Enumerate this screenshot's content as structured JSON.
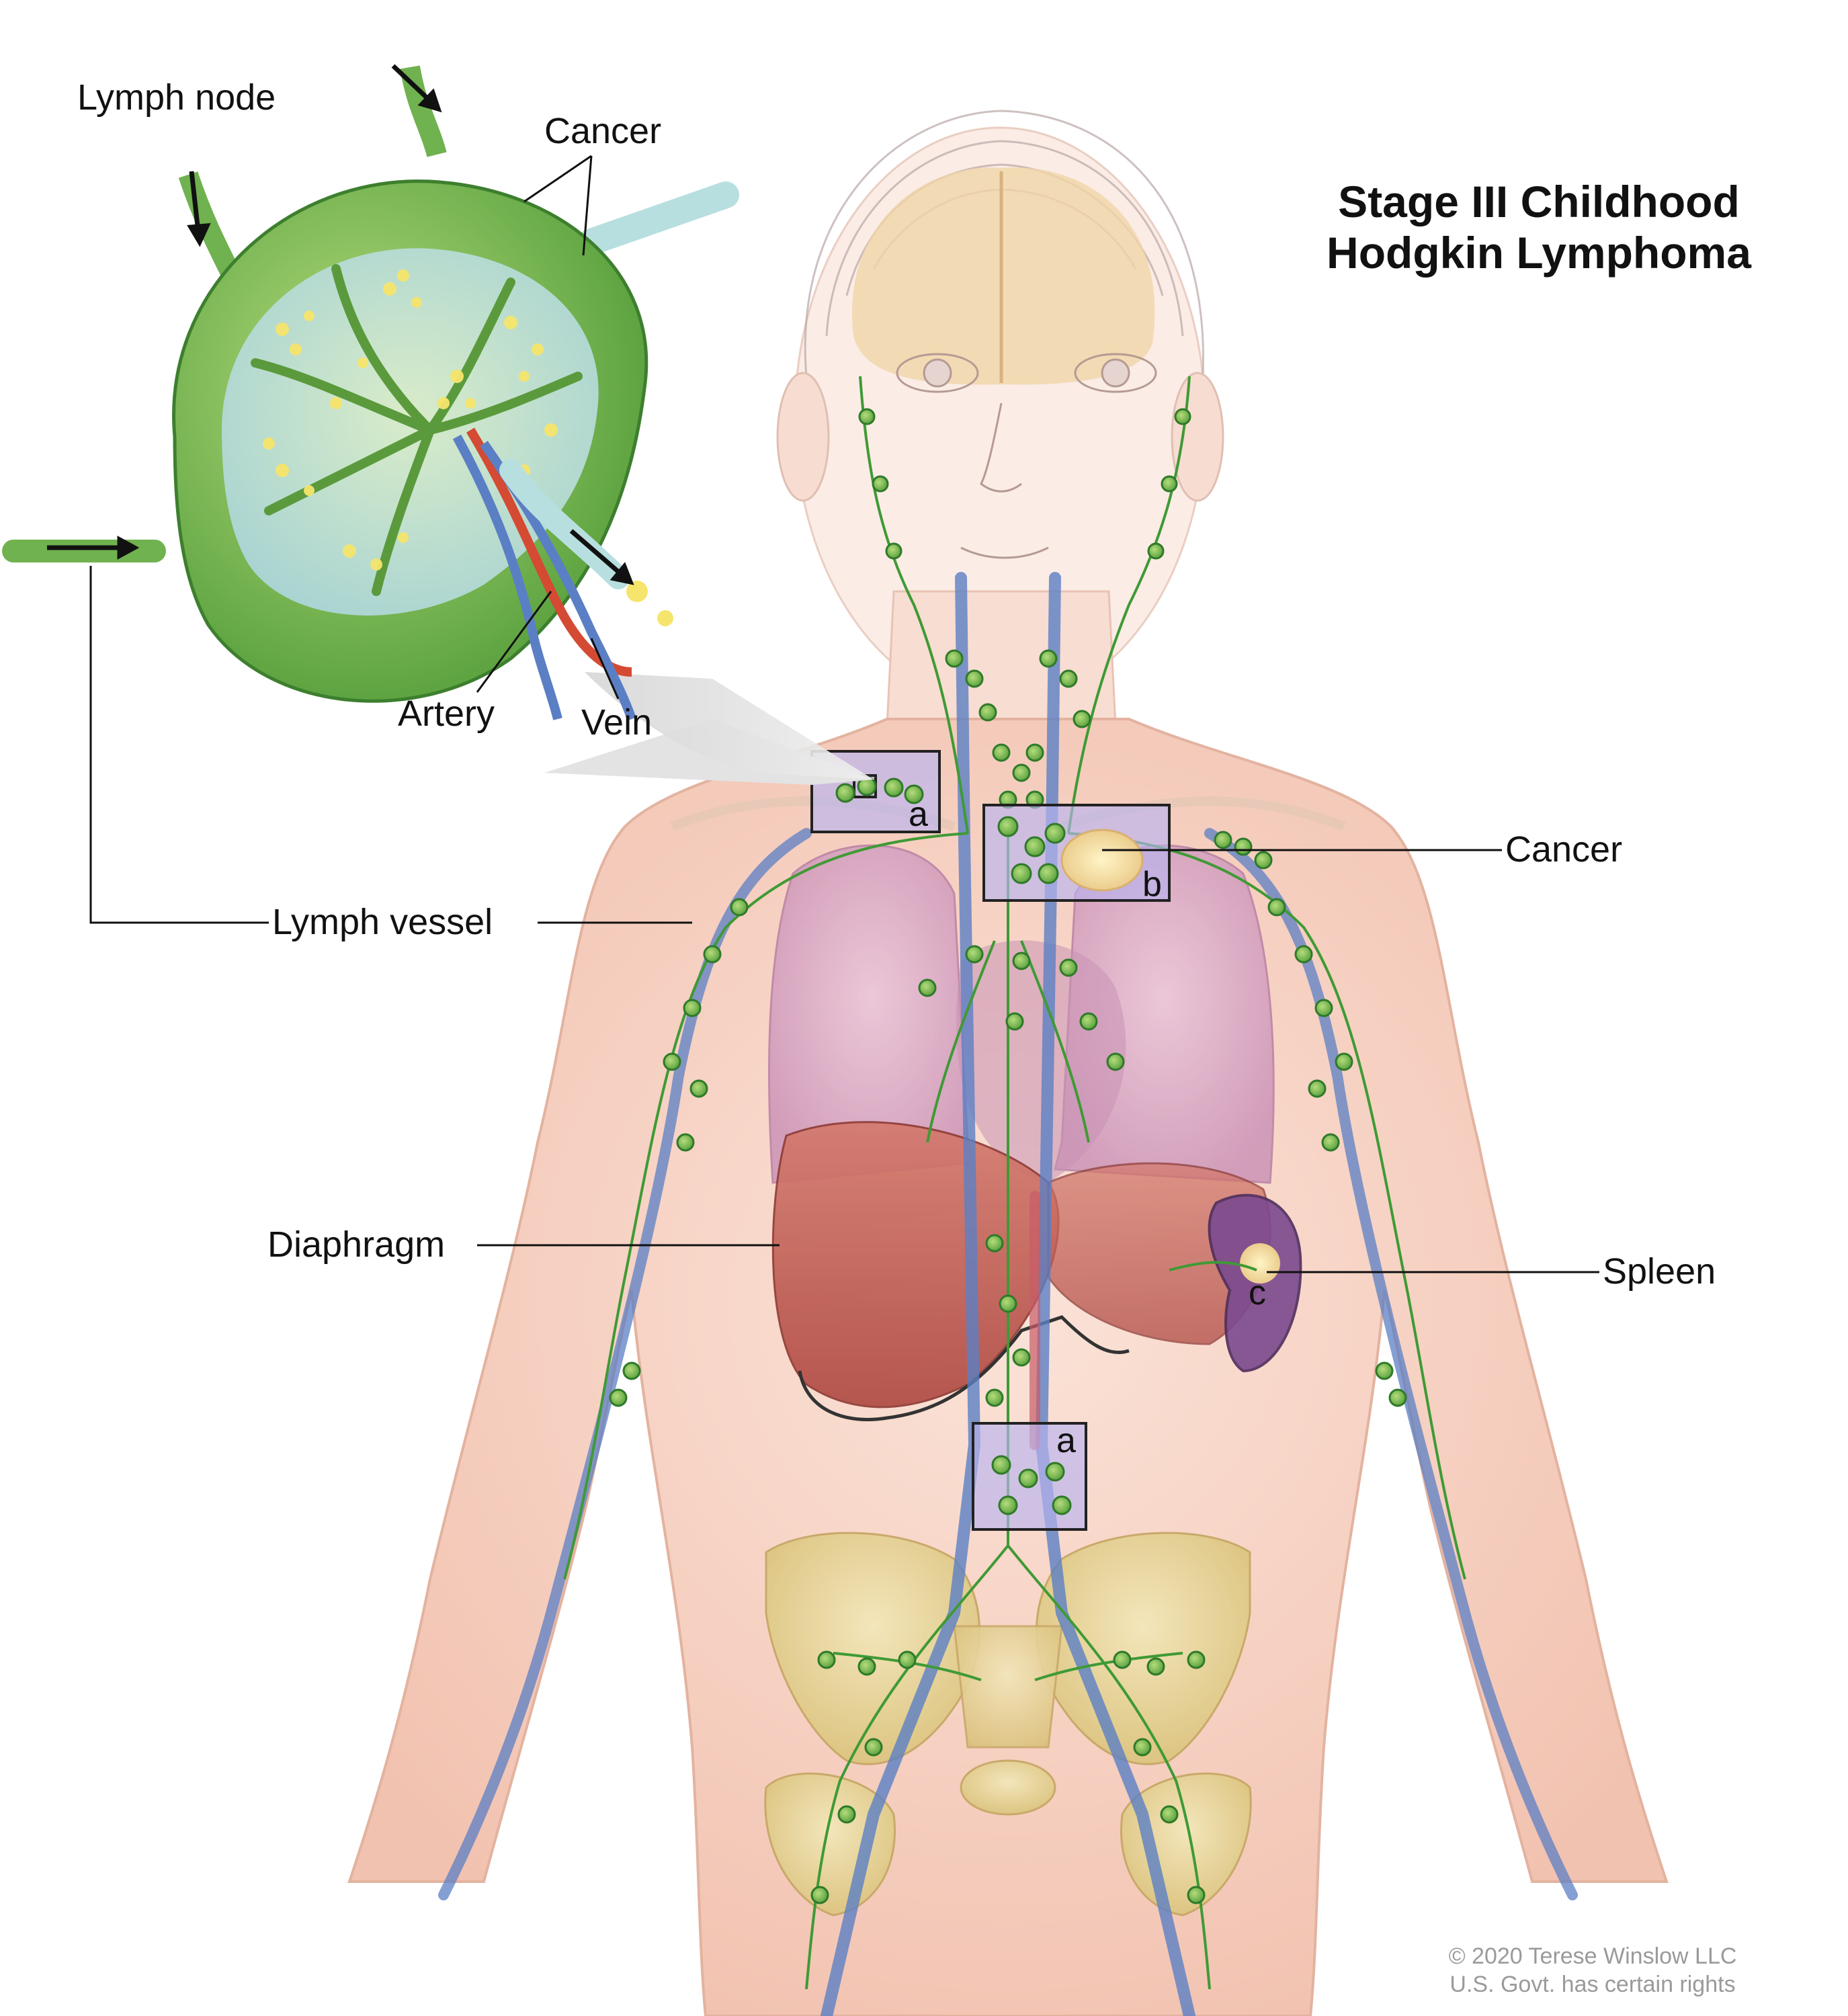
{
  "title": {
    "line1": "Stage III Childhood",
    "line2": "Hodgkin Lymphoma"
  },
  "labels": {
    "lymph_node": "Lymph node",
    "cancer_inset": "Cancer",
    "artery": "Artery",
    "vein": "Vein",
    "cancer_chest": "Cancer",
    "lymph_vessel": "Lymph vessel",
    "diaphragm": "Diaphragm",
    "spleen": "Spleen"
  },
  "box_letters": {
    "neck": "a",
    "chest": "b",
    "spleen": "c",
    "abdomen": "a"
  },
  "copyright": {
    "line1": "© 2020 Terese Winslow LLC",
    "line2": "U.S. Govt. has certain rights"
  },
  "colors": {
    "skin": "#f6d3c4",
    "lymph_green": "#3f9a35",
    "node_green": "#8fcf5a",
    "vein_blue": "#5b7fc4",
    "artery_red": "#d44a33",
    "lung_pink": "#d9a6c9",
    "liver_red": "#c0554b",
    "spleen_purple": "#7b4a8f",
    "bone": "#e8d49a",
    "cancer_yellow": "#f1e58a",
    "box_fill": "#b9b3ef"
  }
}
